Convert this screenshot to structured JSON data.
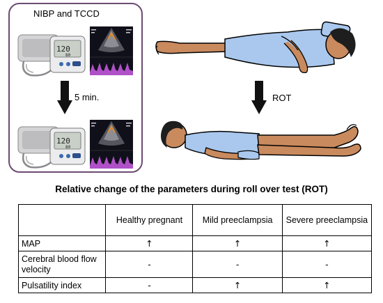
{
  "left_panel": {
    "title": "NIBP and TCCD",
    "interval": "5 min.",
    "icons": [
      "blood-pressure-monitor",
      "ultrasound-doppler-screen",
      "down-arrow"
    ]
  },
  "right_panel": {
    "label": "ROT",
    "icons": [
      "patient-left-lateral",
      "patient-supine",
      "down-arrow"
    ]
  },
  "table": {
    "title": "Relative change of the parameters during roll over test (ROT)",
    "headers": [
      "",
      "Healthy pregnant",
      "Mild preeclampsia",
      "Severe preeclampsia"
    ],
    "rows": [
      {
        "param": "MAP",
        "healthy": "↑",
        "mild": "↑",
        "severe": "↑"
      },
      {
        "param": "Cerebral blood flow velocity",
        "healthy": "-",
        "mild": "-",
        "severe": "-"
      },
      {
        "param": "Pulsatility index",
        "healthy": "-",
        "mild": "↑",
        "severe": "↑"
      }
    ]
  },
  "colors": {
    "panel_border": "#6b4a72",
    "gown": "#aac8ee",
    "skin": "#c98a5e",
    "hair": "#1e1e1e",
    "doppler_bg": "#10101a",
    "doppler_wave": "#b050c8"
  }
}
